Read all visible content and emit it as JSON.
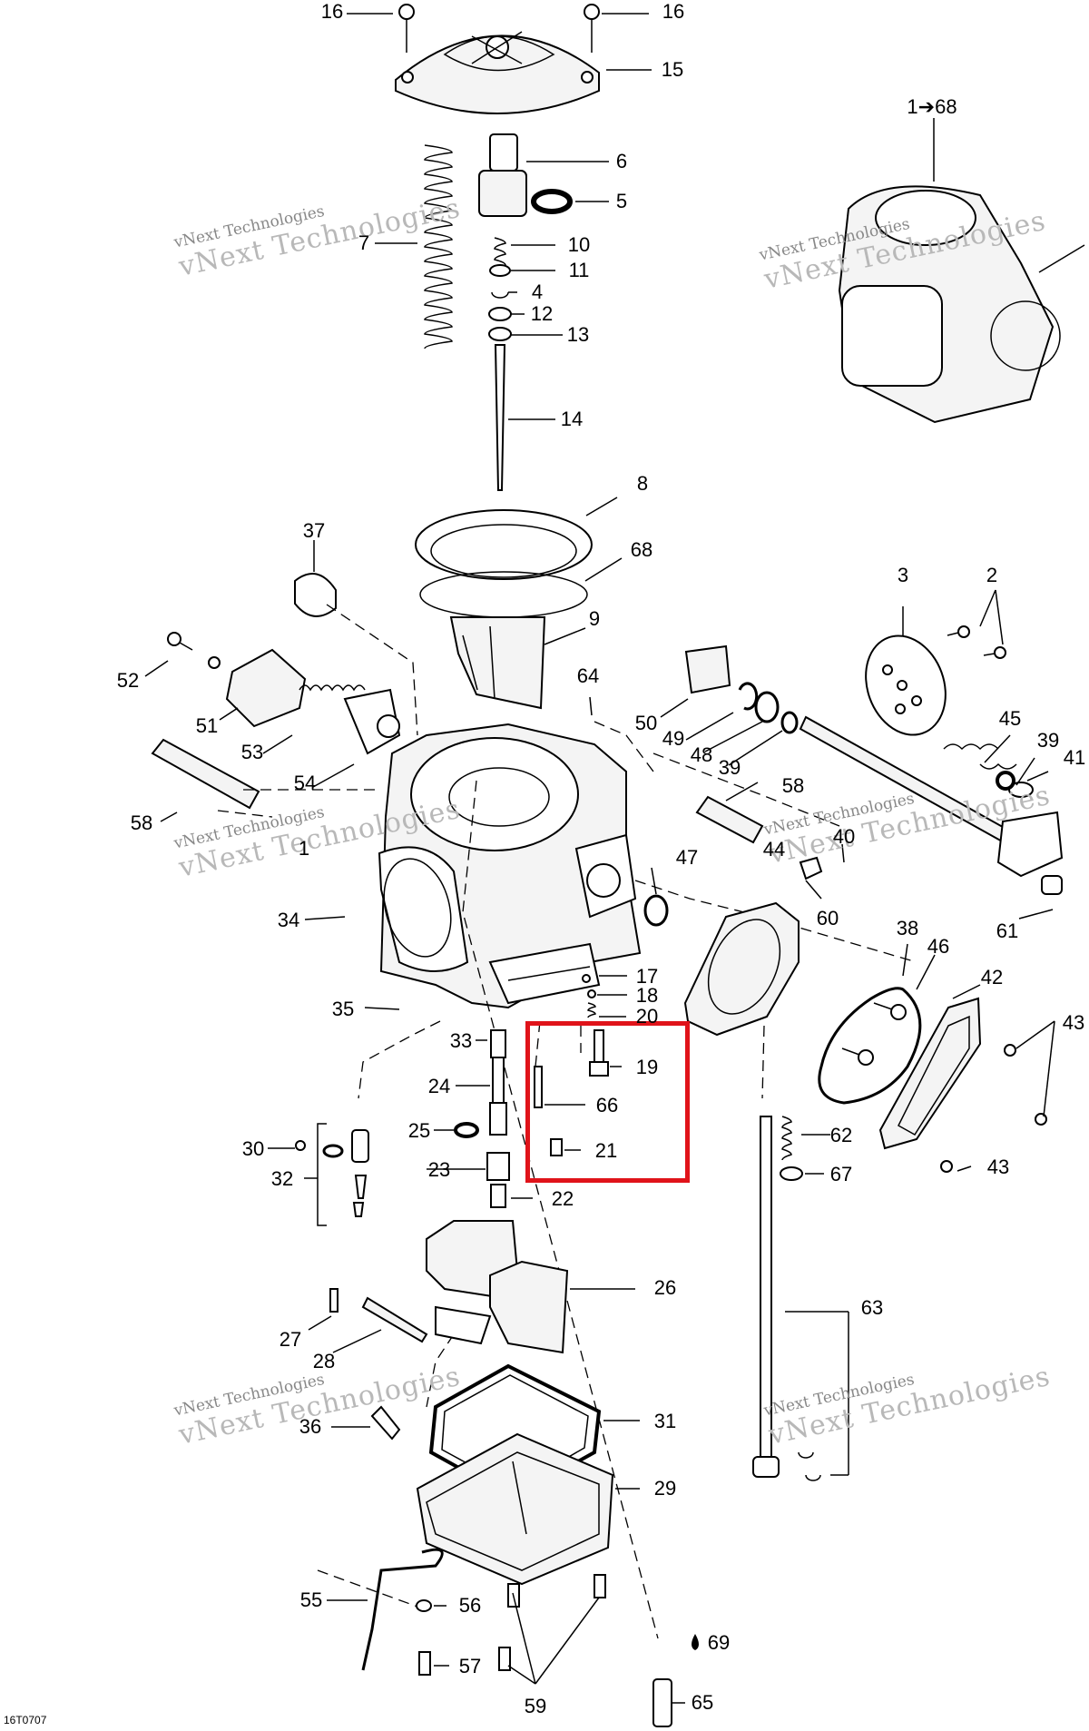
{
  "diagram": {
    "part_labels": [
      {
        "id": "16a",
        "text": "16"
      },
      {
        "id": "16b",
        "text": "16"
      },
      {
        "id": "15",
        "text": "15"
      },
      {
        "id": "1to68",
        "text": "1➔68"
      },
      {
        "id": "6",
        "text": "6"
      },
      {
        "id": "5",
        "text": "5"
      },
      {
        "id": "7",
        "text": "7"
      },
      {
        "id": "10",
        "text": "10"
      },
      {
        "id": "11",
        "text": "11"
      },
      {
        "id": "4",
        "text": "4"
      },
      {
        "id": "12",
        "text": "12"
      },
      {
        "id": "13",
        "text": "13"
      },
      {
        "id": "14",
        "text": "14"
      },
      {
        "id": "8",
        "text": "8"
      },
      {
        "id": "37",
        "text": "37"
      },
      {
        "id": "68",
        "text": "68"
      },
      {
        "id": "9",
        "text": "9"
      },
      {
        "id": "3",
        "text": "3"
      },
      {
        "id": "2",
        "text": "2"
      },
      {
        "id": "52",
        "text": "52"
      },
      {
        "id": "64",
        "text": "64"
      },
      {
        "id": "51",
        "text": "51"
      },
      {
        "id": "50",
        "text": "50"
      },
      {
        "id": "49",
        "text": "49"
      },
      {
        "id": "48",
        "text": "48"
      },
      {
        "id": "39a",
        "text": "39"
      },
      {
        "id": "45",
        "text": "45"
      },
      {
        "id": "39b",
        "text": "39"
      },
      {
        "id": "41",
        "text": "41"
      },
      {
        "id": "53",
        "text": "53"
      },
      {
        "id": "54",
        "text": "54"
      },
      {
        "id": "58a",
        "text": "58"
      },
      {
        "id": "58b",
        "text": "58"
      },
      {
        "id": "1",
        "text": "1"
      },
      {
        "id": "44",
        "text": "44"
      },
      {
        "id": "40",
        "text": "40"
      },
      {
        "id": "47",
        "text": "47"
      },
      {
        "id": "34",
        "text": "34"
      },
      {
        "id": "60",
        "text": "60"
      },
      {
        "id": "61",
        "text": "61"
      },
      {
        "id": "38",
        "text": "38"
      },
      {
        "id": "46",
        "text": "46"
      },
      {
        "id": "17",
        "text": "17"
      },
      {
        "id": "42",
        "text": "42"
      },
      {
        "id": "18",
        "text": "18"
      },
      {
        "id": "35",
        "text": "35"
      },
      {
        "id": "20",
        "text": "20"
      },
      {
        "id": "43a",
        "text": "43"
      },
      {
        "id": "33",
        "text": "33"
      },
      {
        "id": "19",
        "text": "19"
      },
      {
        "id": "24",
        "text": "24"
      },
      {
        "id": "66",
        "text": "66"
      },
      {
        "id": "25",
        "text": "25"
      },
      {
        "id": "62",
        "text": "62"
      },
      {
        "id": "30",
        "text": "30"
      },
      {
        "id": "21",
        "text": "21"
      },
      {
        "id": "43b",
        "text": "43"
      },
      {
        "id": "32",
        "text": "32"
      },
      {
        "id": "23",
        "text": "23"
      },
      {
        "id": "67",
        "text": "67"
      },
      {
        "id": "22",
        "text": "22"
      },
      {
        "id": "26",
        "text": "26"
      },
      {
        "id": "63",
        "text": "63"
      },
      {
        "id": "27",
        "text": "27"
      },
      {
        "id": "28",
        "text": "28"
      },
      {
        "id": "31",
        "text": "31"
      },
      {
        "id": "36",
        "text": "36"
      },
      {
        "id": "29",
        "text": "29"
      },
      {
        "id": "55",
        "text": "55"
      },
      {
        "id": "56",
        "text": "56"
      },
      {
        "id": "69",
        "text": "69"
      },
      {
        "id": "57",
        "text": "57"
      },
      {
        "id": "65",
        "text": "65"
      },
      {
        "id": "59",
        "text": "59"
      }
    ],
    "watermark": {
      "line1": "vNext Technologies",
      "line2": "vNext Technologies"
    },
    "drawing_code": "16T0707",
    "highlight_color": "#e0131a"
  }
}
